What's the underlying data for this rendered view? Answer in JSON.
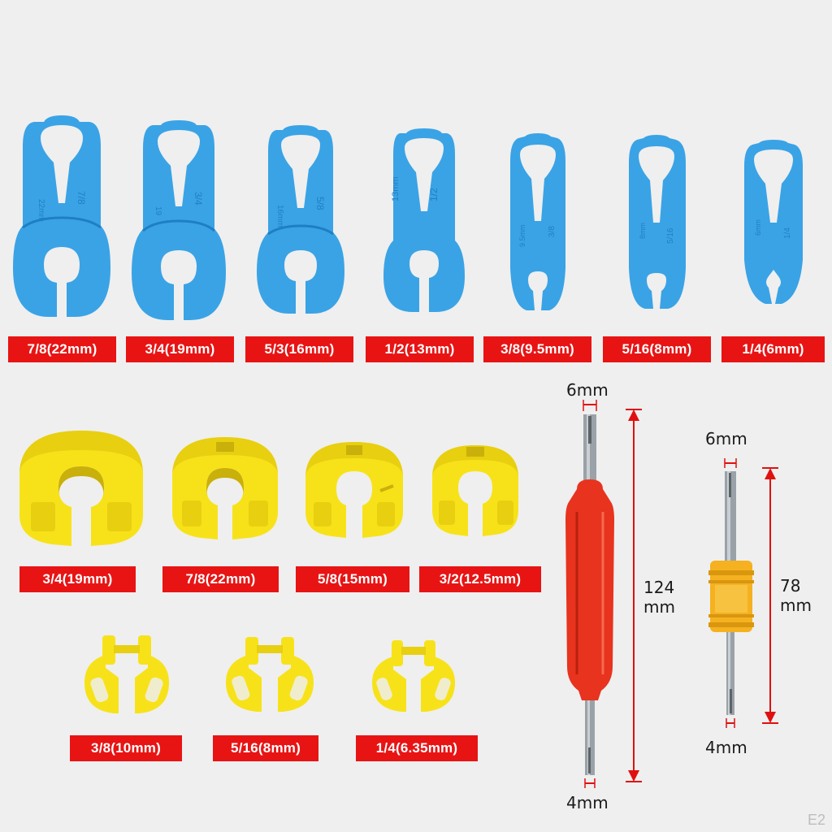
{
  "blue_tools": [
    {
      "label": "7/8(22mm)",
      "engraving_left": "22mm",
      "engraving_right": "7/8"
    },
    {
      "label": "3/4(19mm)",
      "engraving_left": "19",
      "engraving_right": "3/4"
    },
    {
      "label": "5/3(16mm)",
      "engraving_left": "16mm",
      "engraving_right": "5/8"
    },
    {
      "label": "1/2(13mm)",
      "engraving_left": "13mm",
      "engraving_right": "1/2"
    },
    {
      "label": "3/8(9.5mm)",
      "engraving_left": "9.5mm",
      "engraving_right": "3/8"
    },
    {
      "label": "5/16(8mm)",
      "engraving_left": "8mm",
      "engraving_right": "5/16"
    },
    {
      "label": "1/4(6mm)",
      "engraving_left": "6mm",
      "engraving_right": "1/4"
    }
  ],
  "yellow_large_tools": [
    {
      "label": "3/4(19mm)"
    },
    {
      "label": "7/8(22mm)"
    },
    {
      "label": "5/8(15mm)"
    },
    {
      "label": "3/2(12.5mm)"
    }
  ],
  "yellow_small_tools": [
    {
      "label": "3/8(10mm)"
    },
    {
      "label": "5/16(8mm)"
    },
    {
      "label": "1/4(6.35mm)"
    }
  ],
  "valve_tool_red": {
    "top_tip": "6mm",
    "bottom_tip": "4mm",
    "length_value": "124",
    "length_unit": "mm"
  },
  "valve_tool_yellow": {
    "top_tip": "6mm",
    "bottom_tip": "4mm",
    "length_value": "78",
    "length_unit": "mm"
  },
  "colors": {
    "blue": "#3aa3e6",
    "blue_dark": "#1f7fc4",
    "yellow": "#f7e21a",
    "yellow_dark": "#d8bf0a",
    "red_label": "#e81414",
    "red_handle": "#e8331e",
    "orange_handle": "#f5b120",
    "steel": "#9aa2a8",
    "dimension_line": "#e01010"
  },
  "watermark": "E2"
}
